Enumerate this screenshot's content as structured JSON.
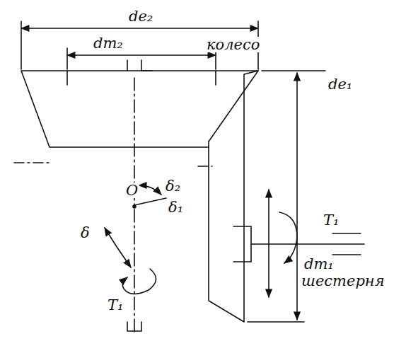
{
  "diagram": {
    "labels": [
      "de₂",
      "dm₂",
      "колесо",
      "de₁",
      "O",
      "δ₂",
      "δ₁",
      "δ",
      "T₁",
      "dm₁",
      "шестерня",
      "T₁"
    ]
  }
}
